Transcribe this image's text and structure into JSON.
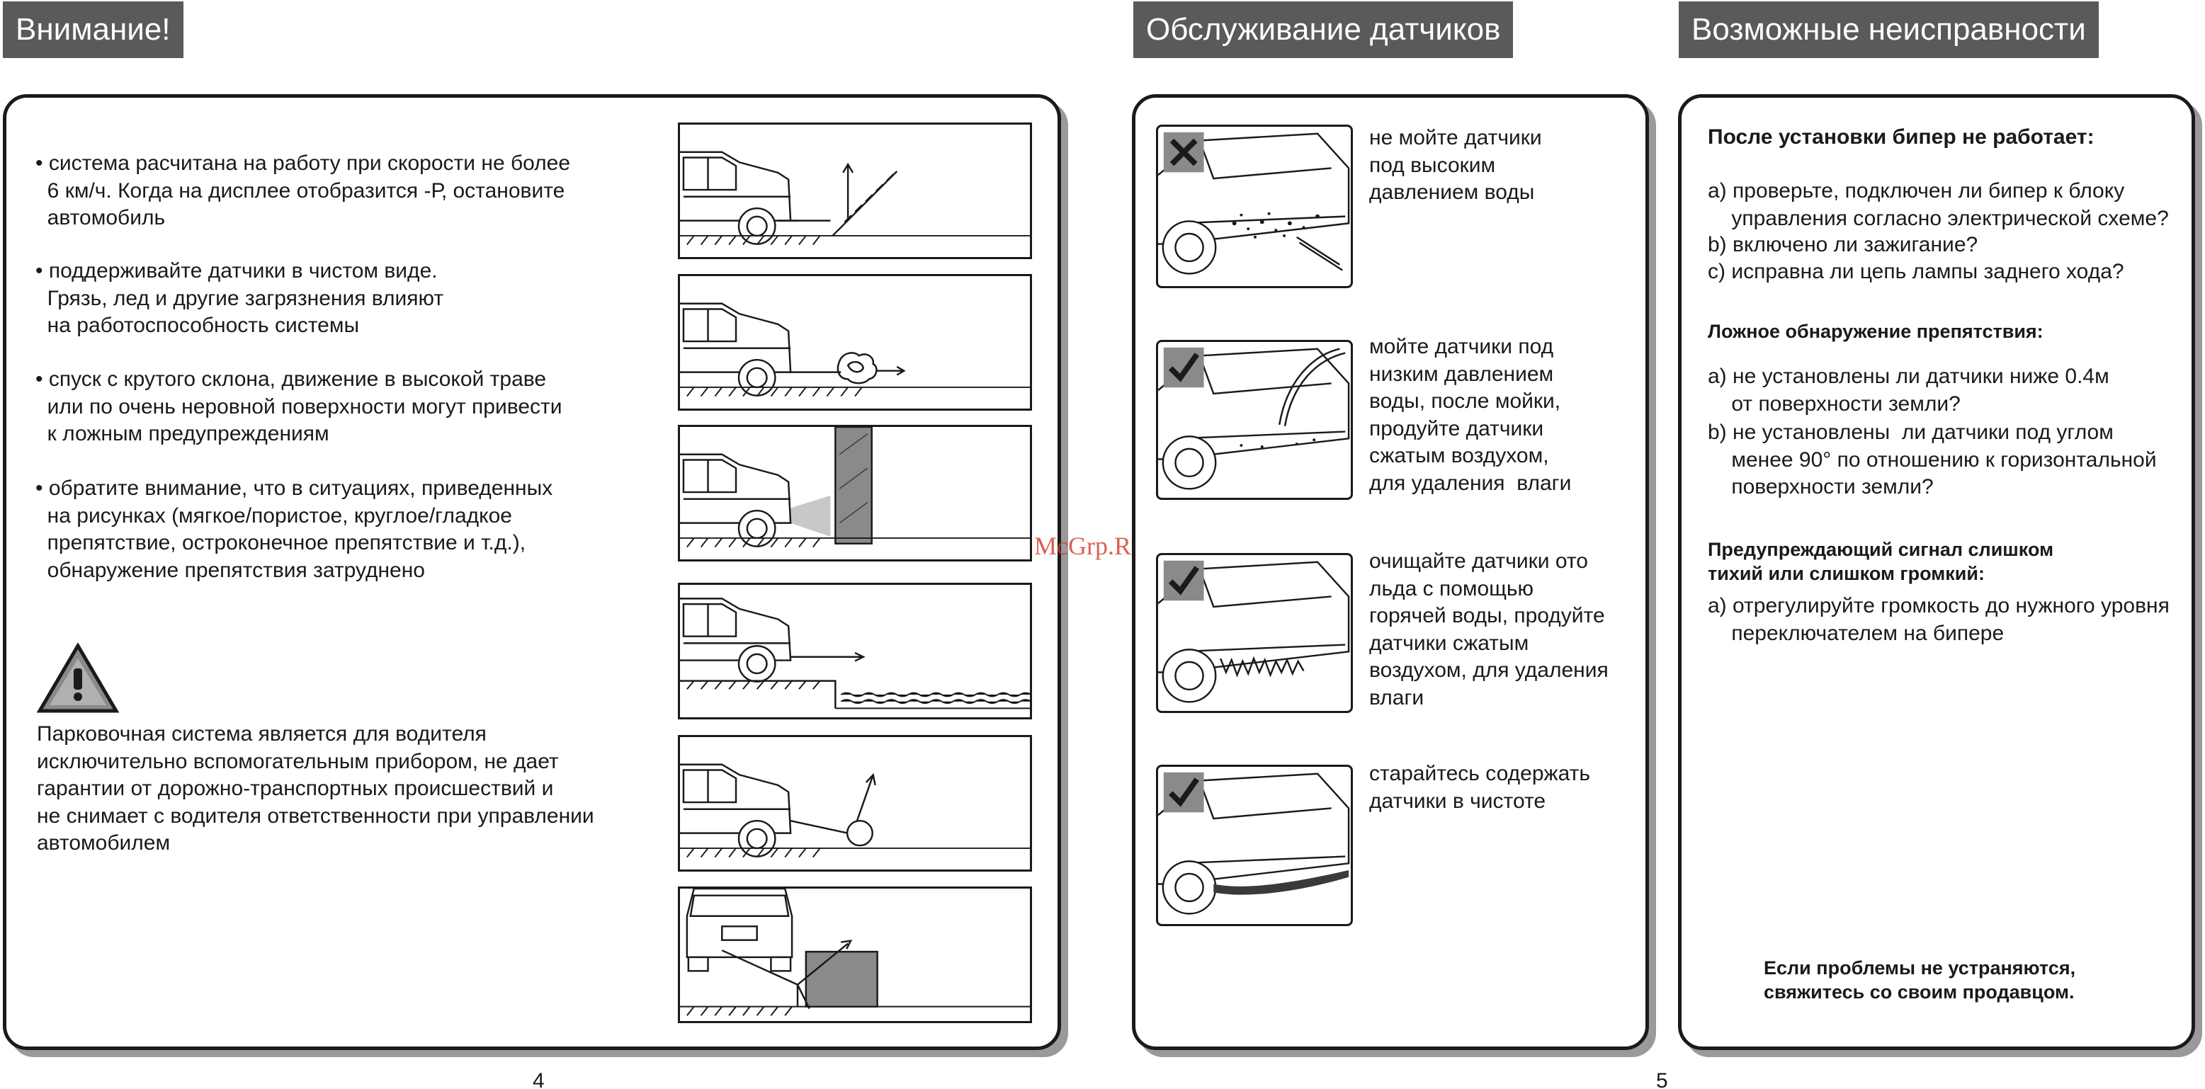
{
  "left": {
    "tab_title": "Внимание!",
    "bullets": [
      "• система расчитана на работу при скорости не более\n  6 км/ч. Когда на дисплее отобразится -Р, остановите\n  автомобиль",
      "• поддерживайте датчики в чистом виде.\n  Грязь, лед и другие загрязнения влияют\n  на работоспособность системы",
      "• спуск с крутого склона, движение в высокой траве\n  или по очень неровной поверхности могут привести\n  к ложным предупреждениям",
      "• обратите внимание, что в ситуациях, приведенных\n  на рисунках (мягкое/пористое, круглое/гладкое\n  препятствие, остроконечное препятствие и т.д.),\n  обнаружение препятствия затруднено"
    ],
    "warning_text": "Парковочная система является для водителя\nисключительно вспомогательным прибором, не дает\nгарантии от дорожно-транспортных происшествий и\nне снимает с водителя ответственности при управлении\nавтомобилем",
    "page_number": "4"
  },
  "middle": {
    "tab_title": "Обслуживание датчиков",
    "items": [
      {
        "mark": "cross",
        "text": "не мойте датчики\nпод высоким\nдавлением воды"
      },
      {
        "mark": "check",
        "text": "мойте датчики под\nнизким давлением\nводы, после мойки,\nпродуйте датчики\nсжатым воздухом,\nдля удаления  влаги"
      },
      {
        "mark": "check",
        "text": "очищайте датчики ото\nльда с помощью\nгорячей воды, продуйте\nдатчики сжатым\nвоздухом, для удаления\nвлаги"
      },
      {
        "mark": "check",
        "text": "старайтесь содержать\nдатчики в чистоте"
      }
    ]
  },
  "right": {
    "tab_title": "Возможные неисправности",
    "section1_title": "После установки бипер не работает:",
    "section1_items": [
      "a) проверьте, подключен ли бипер к блоку\n    управления согласно электрической схеме?",
      "b) включено ли зажигание?",
      "c) исправна ли цепь лампы заднего хода?"
    ],
    "section2_title": "Ложное обнаружение препятствия:",
    "section2_items": [
      "a) не установлены ли датчики ниже 0.4м\n    от поверхности земли?",
      "b) не установлены  ли датчики под углом\n    менее 90° по отношению к горизонтальной\n    поверхности земли?"
    ],
    "section3_title": "Предупреждающий сигнал слишком\nтихий или слишком громкий:",
    "section3_items": [
      "a) отрегулируйте громкость до нужного уровня\n    переключателем на бипере"
    ],
    "footer": "Если проблемы не устраняются,\nсвяжитесь со своим продавцом.",
    "page_number": "5"
  },
  "watermark": "McGrp.Ru"
}
